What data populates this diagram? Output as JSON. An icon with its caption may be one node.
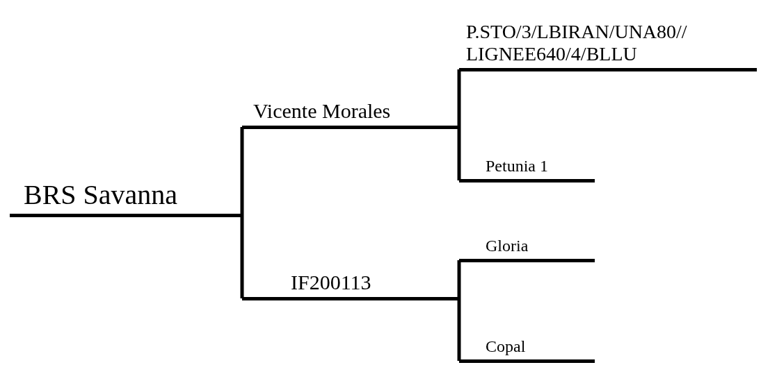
{
  "diagram": {
    "nodes": [
      {
        "text": [
          "BRS Savanna"
        ]
      },
      {
        "text": [
          "Vicente Morales"
        ]
      },
      {
        "text": [
          "IF200113"
        ]
      },
      {
        "text": [
          "P.STO/3/LBIRAN/UNA80// LIGNEE640/4/BLLU"
        ]
      },
      {
        "text": [
          "Petunia 1"
        ]
      },
      {
        "text": [
          "Gloria"
        ]
      },
      {
        "text": [
          "Copal"
        ]
      }
    ],
    "edges": [
      {
        "from": 0,
        "to": 1,
        "arrow": "none"
      },
      {
        "from": 0,
        "to": 2,
        "arrow": "none"
      },
      {
        "from": 1,
        "to": 3,
        "arrow": "none"
      },
      {
        "from": 1,
        "to": 4,
        "arrow": "none"
      },
      {
        "from": 2,
        "to": 5,
        "arrow": "none"
      },
      {
        "from": 2,
        "to": 6,
        "arrow": "none"
      }
    ]
  }
}
